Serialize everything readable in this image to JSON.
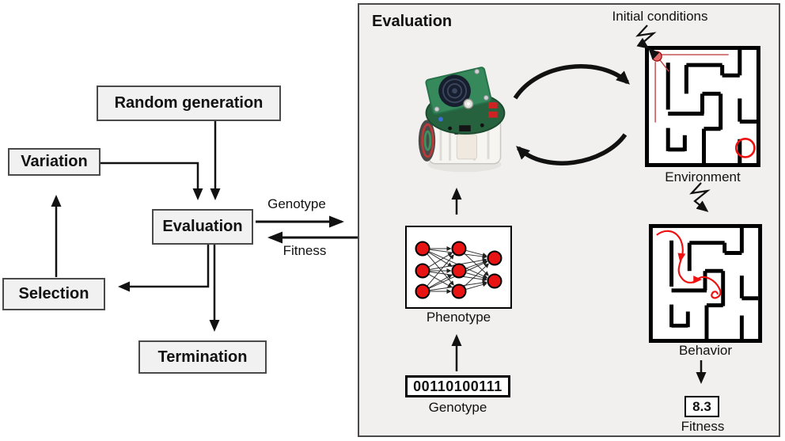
{
  "figure": {
    "left_flowchart": {
      "boxes": {
        "random_generation": "Random generation",
        "variation": "Variation",
        "evaluation": "Evaluation",
        "selection": "Selection",
        "termination": "Termination"
      },
      "genotype_arrow_label": "Genotype",
      "fitness_arrow_label": "Fitness"
    },
    "evaluation_panel": {
      "title": "Evaluation",
      "initial_conditions_label": "Initial conditions",
      "environment_label": "Environment",
      "behavior_label": "Behavior",
      "phenotype_label": "Phenotype",
      "genotype_label": "Genotype",
      "fitness_label": "Fitness",
      "genotype_value": "00110100111",
      "fitness_value": "8.3"
    },
    "colors": {
      "maze_wall": "#000000",
      "highlight_red": "#ee1111",
      "nn_node_red": "#e81313",
      "box_fill": "#f1f1f1",
      "box_border": "#4a4a4a",
      "panel_background": "#f1f0ee"
    }
  }
}
